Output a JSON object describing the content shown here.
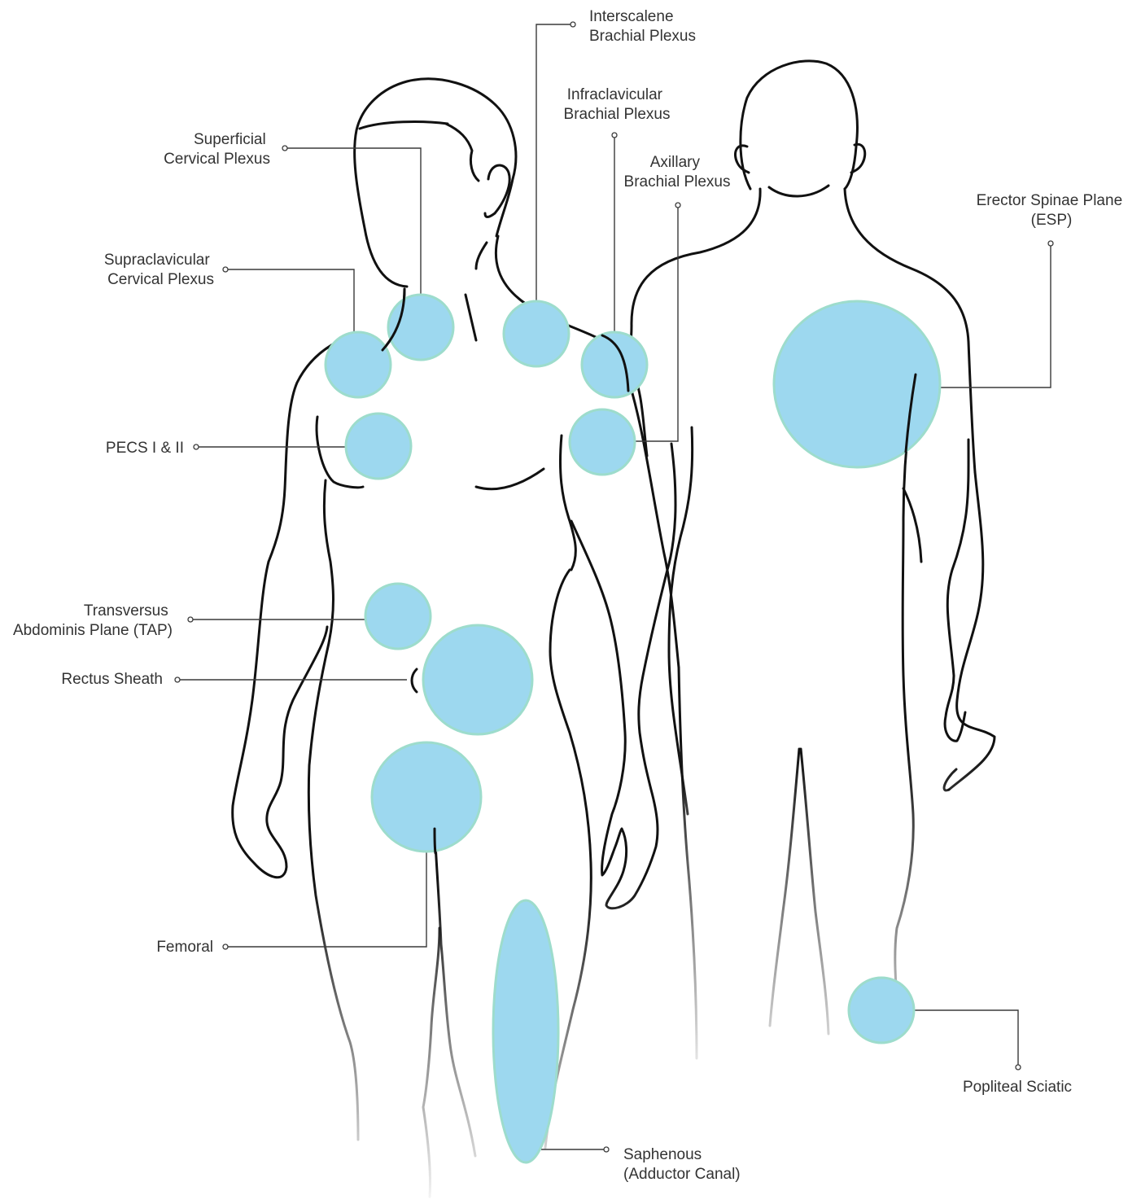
{
  "colors": {
    "zone_fill": "#9dd8ef",
    "zone_stroke": "#9ddccc",
    "outline": "#111111",
    "leader": "#3a3a3a",
    "label_text": "#333333"
  },
  "labels": {
    "interscalene": [
      "Interscalene",
      "Brachial Plexus"
    ],
    "infraclavicular": [
      "Infraclavicular",
      "Brachial Plexus"
    ],
    "axillary": [
      "Axillary",
      "Brachial Plexus"
    ],
    "superficial_cervical": [
      "Superficial",
      "Cervical Plexus"
    ],
    "supraclavicular": [
      "Supraclavicular",
      "Cervical Plexus"
    ],
    "pecs": [
      "PECS I & II"
    ],
    "tap": [
      "Transversus",
      "Abdominis Plane (TAP)"
    ],
    "rectus_sheath": [
      "Rectus Sheath"
    ],
    "femoral": [
      "Femoral"
    ],
    "saphenous": [
      "Saphenous",
      "(Adductor Canal)"
    ],
    "esp": [
      "Erector Spinae Plane",
      "(ESP)"
    ],
    "popliteal": [
      "Popliteal Sciatic"
    ]
  }
}
